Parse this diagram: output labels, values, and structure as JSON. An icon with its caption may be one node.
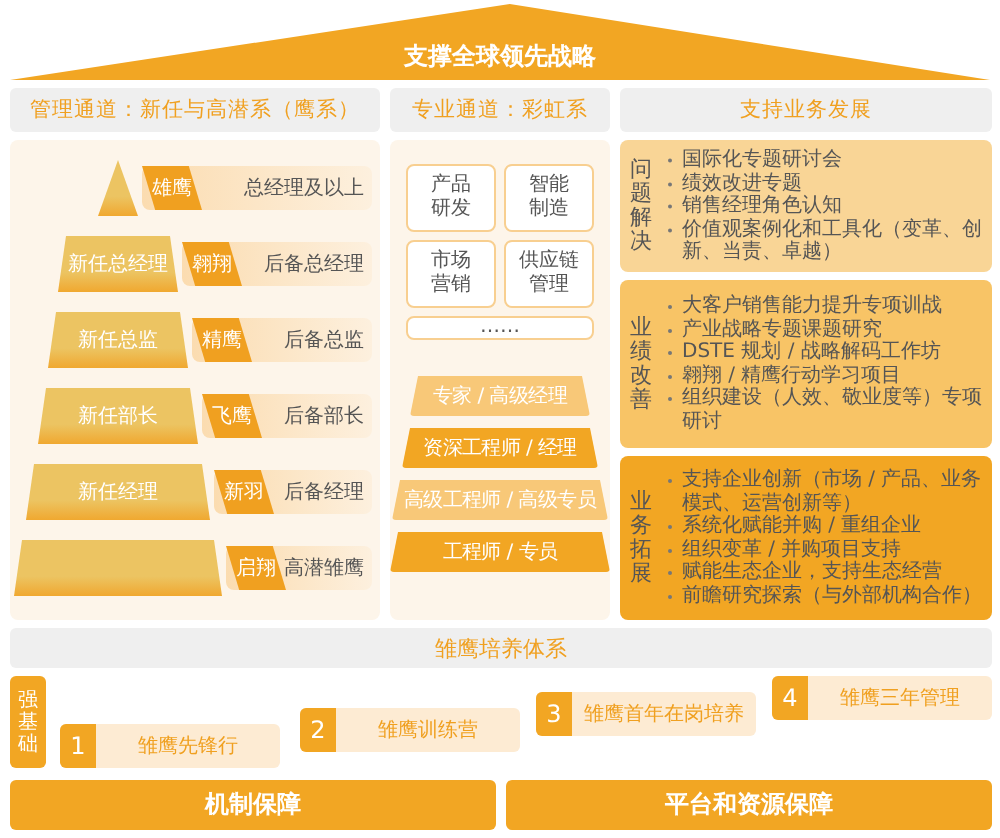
{
  "diagram": {
    "nodes": [
      {
        "text": [
          "支撑全球领先战略"
        ]
      },
      {
        "text": [
          "管理通道：新任与高潜系（鹰系）"
        ]
      },
      {
        "text": [
          "专业通道：彩虹系"
        ]
      },
      {
        "text": [
          "支持业务发展"
        ]
      },
      {
        "text": [],
        "shape": "box"
      },
      {
        "text": [],
        "shape": "cone",
        "in": 4
      },
      {
        "text": [
          "新任总经理"
        ],
        "in": 4
      },
      {
        "text": [
          "新任总监"
        ],
        "in": 4
      },
      {
        "text": [
          "新任部长"
        ],
        "in": 4
      },
      {
        "text": [
          "新任经理"
        ],
        "in": 4
      },
      {
        "text": [],
        "shape": "disc",
        "in": 4
      },
      {
        "text": [
          "雄鹰",
          "总经理及以上"
        ],
        "in": 4
      },
      {
        "text": [
          "翱翔",
          "后备总经理"
        ],
        "in": 4
      },
      {
        "text": [
          "精鹰",
          "后备总监"
        ],
        "in": 4
      },
      {
        "text": [
          "飞鹰",
          "后备部长"
        ],
        "in": 4
      },
      {
        "text": [
          "新羽",
          "后备经理"
        ],
        "in": 4
      },
      {
        "text": [
          "启翔",
          "高潜雏鹰"
        ],
        "in": 4
      },
      {
        "text": [],
        "shape": "box"
      },
      {
        "text": [
          "产品研发"
        ],
        "in": 17
      },
      {
        "text": [
          "智能制造"
        ],
        "in": 17
      },
      {
        "text": [
          "市场营销"
        ],
        "in": 17
      },
      {
        "text": [
          "供应链管理"
        ],
        "in": 17
      },
      {
        "text": [
          "……"
        ],
        "in": 17
      },
      {
        "text": [
          "专家 / 高级经理"
        ],
        "in": 17
      },
      {
        "text": [
          "资深工程师 / 经理"
        ],
        "in": 17
      },
      {
        "text": [
          "高级工程师 / 高级专员"
        ],
        "in": 17
      },
      {
        "text": [
          "工程师 / 专员"
        ],
        "in": 17
      },
      {
        "text": [
          "问题解决",
          "国际化专题研讨会",
          "绩效改进专题",
          "销售经理角色认知",
          "价值观案例化和工具化（变革、创新、当责、卓越）"
        ]
      },
      {
        "text": [
          "业绩改善",
          "大客户销售能力提升专项训战",
          "产业战略专题课题研究",
          "DSTE 规划 / 战略解码工作坊",
          "翱翔 / 精鹰行动学习项目",
          "组织建设（人效、敬业度等）专项研讨"
        ]
      },
      {
        "text": [
          "业务拓展",
          "支持企业创新（市场 / 产品、业务模式、运营创新等）",
          "系统化赋能并购 / 重组企业",
          "组织变革 / 并购项目支持",
          "赋能生态企业，支持生态经营",
          "前瞻研究探索（与外部机构合作）"
        ]
      },
      {
        "text": [
          "雏鹰培养体系"
        ]
      },
      {
        "text": [
          "强基础"
        ]
      },
      {
        "text": [
          "1",
          "雏鹰先锋行"
        ]
      },
      {
        "text": [
          "2",
          "雏鹰训练营"
        ]
      },
      {
        "text": [
          "3",
          "雏鹰首年在岗培养"
        ]
      },
      {
        "text": [
          "4",
          "雏鹰三年管理"
        ]
      },
      {
        "text": [
          "机制保障"
        ]
      },
      {
        "text": [
          "平台和资源保障"
        ]
      }
    ]
  }
}
